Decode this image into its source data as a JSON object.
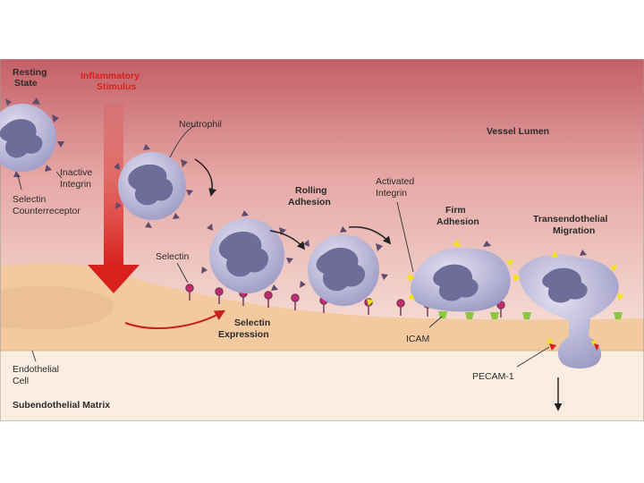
{
  "labels": {
    "resting_state": [
      "Resting",
      "State"
    ],
    "inflammatory_stimulus": [
      "Inflammatory",
      "Stimulus"
    ],
    "neutrophil": "Neutrophil",
    "vessel_lumen": "Vessel Lumen",
    "inactive_integrin": [
      "Inactive",
      "Integrin"
    ],
    "selectin_counterreceptor": [
      "Selectin",
      "Counterreceptor"
    ],
    "rolling_adhesion": [
      "Rolling",
      "Adhesion"
    ],
    "activated_integrin": [
      "Activated",
      "Integrin"
    ],
    "firm_adhesion": [
      "Firm",
      "Adhesion"
    ],
    "transendothelial_migration": [
      "Transendothelial",
      "Migration"
    ],
    "selectin": "Selectin",
    "selectin_expression": [
      "Selectin",
      "Expression"
    ],
    "icam": "ICAM",
    "endothelial_cell": [
      "Endothelial",
      "Cell"
    ],
    "pecam": "PECAM-1",
    "subendothelial_matrix": "Subendothelial Matrix"
  },
  "colors": {
    "lumen_top": "#c9646a",
    "lumen_bottom": "#f3d6cf",
    "endothelium": "#f3c9a0",
    "matrix": "#fbeee0",
    "cell": "#b9b6d6",
    "nucleus": "#6f6c9a",
    "selectin_bead": "#c8286e",
    "integrin_inactive": "#5e4b6e",
    "integrin_active": "#f2e21a",
    "icam": "#8dc63f",
    "pecam": "#d8201c",
    "stimulus_arrow": "#d8201c"
  }
}
